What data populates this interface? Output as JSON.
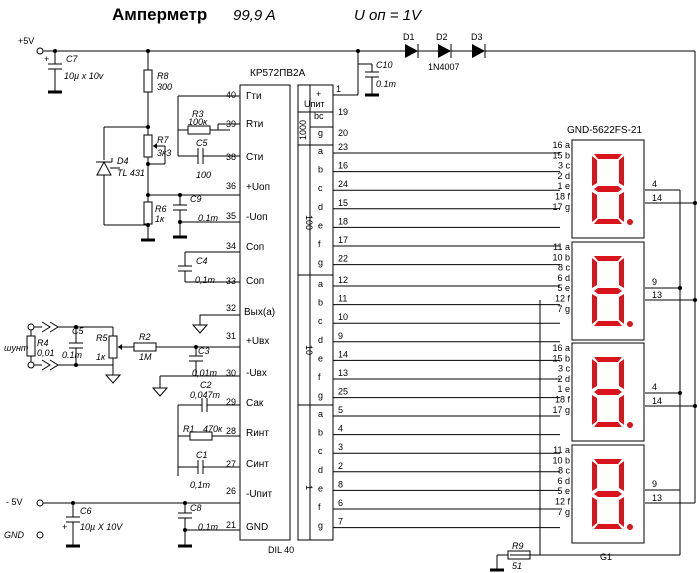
{
  "title": {
    "main": "Амперметр",
    "range": "99,9 A",
    "uop": "U оп = 1V"
  },
  "supply": {
    "plus5": "+5V",
    "minus5": "- 5V",
    "gnd": "GND"
  },
  "ic": {
    "name": "КР572ПВ2А",
    "package": "DIL 40"
  },
  "ic_pins": [
    {
      "num": "40",
      "name": "Гти"
    },
    {
      "num": "39",
      "name": "Rти"
    },
    {
      "num": "38",
      "name": "Сти"
    },
    {
      "num": "36",
      "name": "+Uоп"
    },
    {
      "num": "35",
      "name": "-Uоп"
    },
    {
      "num": "34",
      "name": "Соп"
    },
    {
      "num": "33",
      "name": "Соп"
    },
    {
      "num": "32",
      "name": "Вых(а)"
    },
    {
      "num": "31",
      "name": "+Uвх"
    },
    {
      "num": "30",
      "name": "-Uвх"
    },
    {
      "num": "29",
      "name": "Сак"
    },
    {
      "num": "28",
      "name": "Rинт"
    },
    {
      "num": "27",
      "name": "Cинт"
    },
    {
      "num": "26",
      "name": "-Uпит"
    },
    {
      "num": "21",
      "name": "GND"
    }
  ],
  "ic_right": {
    "plus": "+",
    "upit": "Uпит",
    "pin1": "1",
    "bc": "bc",
    "g": "g",
    "pin19": "19",
    "pin20": "20",
    "grp1000": "1000",
    "grp100": "100",
    "grp10": "10",
    "grp1": "1",
    "seg_letters": [
      "a",
      "b",
      "c",
      "d",
      "e",
      "f",
      "g"
    ],
    "group100_pins": [
      "23",
      "16",
      "24",
      "15",
      "18",
      "17",
      "22"
    ],
    "group10_pins": [
      "12",
      "11",
      "10",
      "9",
      "14",
      "13",
      "25"
    ],
    "group1_pins": [
      "5",
      "4",
      "3",
      "2",
      "8",
      "6",
      "7"
    ]
  },
  "components": {
    "C7": {
      "ref": "C7",
      "val": "10µ x 10v"
    },
    "R8": {
      "ref": "R8",
      "val": "300"
    },
    "R3": {
      "ref": "R3",
      "val": "100к"
    },
    "R7": {
      "ref": "R7",
      "val": "3к3"
    },
    "C5top": {
      "ref": "C5",
      "val": "100"
    },
    "D4": {
      "ref": "D4",
      "val": "TL 431"
    },
    "R6": {
      "ref": "R6",
      "val": "1к"
    },
    "C9": {
      "ref": "C9",
      "val": "0.1m"
    },
    "C4": {
      "ref": "C4",
      "val": "0,1m"
    },
    "R2": {
      "ref": "R2",
      "val": "1M"
    },
    "C3": {
      "ref": "C3",
      "val": "0,01m"
    },
    "C2": {
      "ref": "C2",
      "val": "0,047m"
    },
    "R1": {
      "ref": "R1",
      "val": "470к"
    },
    "C1": {
      "ref": "C1",
      "val": "0,1m"
    },
    "R4": {
      "ref": "R4",
      "val": "0,01"
    },
    "shunt": {
      "label": "шунт"
    },
    "C5in": {
      "ref": "C5",
      "val": "0.1m"
    },
    "R5": {
      "ref": "R5",
      "val": "1к"
    },
    "C6": {
      "ref": "C6",
      "val": "10µ X 10V"
    },
    "C8": {
      "ref": "C8",
      "val": "0.1m"
    },
    "C10": {
      "ref": "C10",
      "val": "0.1m"
    },
    "D1": {
      "ref": "D1"
    },
    "D2": {
      "ref": "D2",
      "val": "1N4007"
    },
    "D3": {
      "ref": "D3"
    },
    "R9": {
      "ref": "R9",
      "val": "51"
    }
  },
  "display": {
    "name": "GND-5622FS-21",
    "bottom_label": "G1",
    "seg_pins": [
      "16 a",
      "15 b",
      "3 c",
      "2 d",
      "1 e",
      "18 f",
      "17 g"
    ],
    "seg_pins_right": [
      "11 a",
      "10 b",
      "8 c",
      "6 d",
      "5 e",
      "12 f",
      "7 g"
    ],
    "common_top": [
      "4",
      "14"
    ],
    "common_bottom": [
      "9",
      "13"
    ]
  }
}
